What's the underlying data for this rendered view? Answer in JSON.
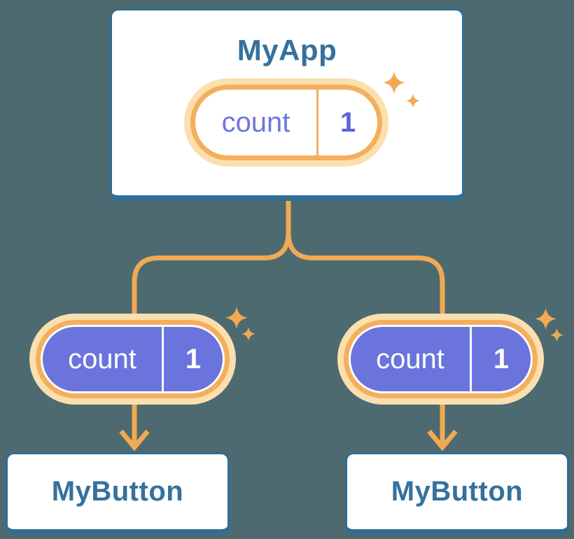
{
  "diagram": {
    "description": "React component tree diagram: parent component sharing state with two child components",
    "root": {
      "title": "MyApp",
      "state": {
        "label": "count",
        "value": "1"
      }
    },
    "children": [
      {
        "title": "MyButton",
        "state": {
          "label": "count",
          "value": "1"
        }
      },
      {
        "title": "MyButton",
        "state": {
          "label": "count",
          "value": "1"
        }
      }
    ],
    "colors": {
      "background": "#4D6A71",
      "card_background": "#FFFFFF",
      "card_border_blue": "#2F6D94",
      "title_text_blue": "#35719D",
      "connector_orange": "#F1A952",
      "pill_ring_orange": "#F4AF5D",
      "pill_halo_orange": "#FBDFAE",
      "pill_fill_purple": "#6A74DC",
      "state_label_purple": "#6C76DF",
      "state_value_purple": "#5B66D3",
      "pill_text_white": "#FFFFFF"
    },
    "icons": {
      "sparkle": "four-point-star",
      "arrow": "down-chevron-arrow"
    }
  }
}
